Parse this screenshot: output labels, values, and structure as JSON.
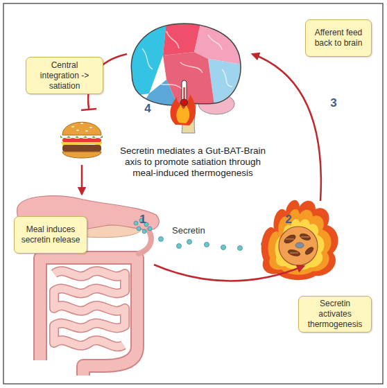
{
  "diagram": {
    "nodes": [
      {
        "text": [
          "Central integration -> satiation"
        ]
      },
      {
        "text": [
          "Afferent feed back to brain"
        ]
      },
      {
        "text": [
          "Meal induces secretin release"
        ]
      },
      {
        "text": [
          "Secretin activates thermogenesis"
        ]
      }
    ],
    "labels": [
      "4",
      "3",
      "Secretin mediates a Gut-BAT-Brain axis to promote satiation through meal-induced thermogenesis",
      "1",
      "Secretin",
      "2"
    ]
  }
}
